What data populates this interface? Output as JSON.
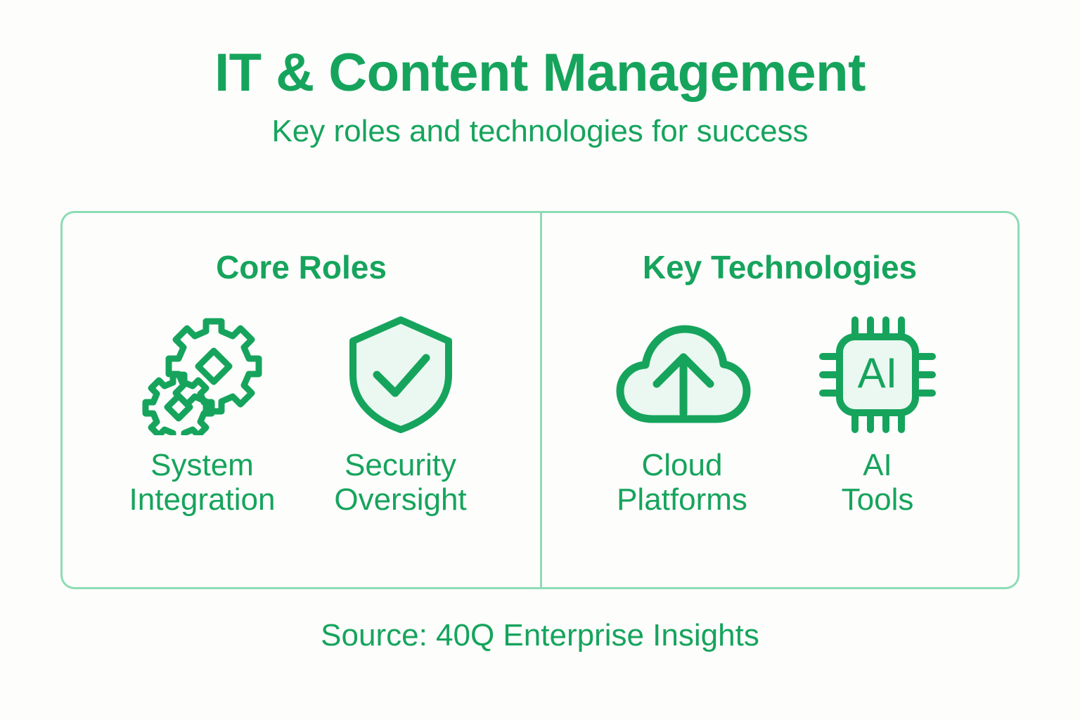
{
  "header": {
    "title": "IT & Content Management",
    "subtitle": "Key roles and technologies for success"
  },
  "colors": {
    "accent_green": "#16a45c",
    "border_green": "#8ddcb4",
    "icon_fill_mint": "#eaf8f1",
    "background": "#fdfdfc"
  },
  "panels": [
    {
      "id": "core-roles",
      "title": "Core Roles",
      "items": [
        {
          "icon": "gears-icon",
          "label": "System\nIntegration"
        },
        {
          "icon": "shield-check-icon",
          "label": "Security\nOversight"
        }
      ]
    },
    {
      "id": "key-technologies",
      "title": "Key Technologies",
      "items": [
        {
          "icon": "cloud-upload-icon",
          "label": "Cloud\nPlatforms"
        },
        {
          "icon": "ai-chip-icon",
          "label": "AI\nTools",
          "icon_text": "AI"
        }
      ]
    }
  ],
  "footer": {
    "source": "Source: 40Q Enterprise Insights"
  }
}
